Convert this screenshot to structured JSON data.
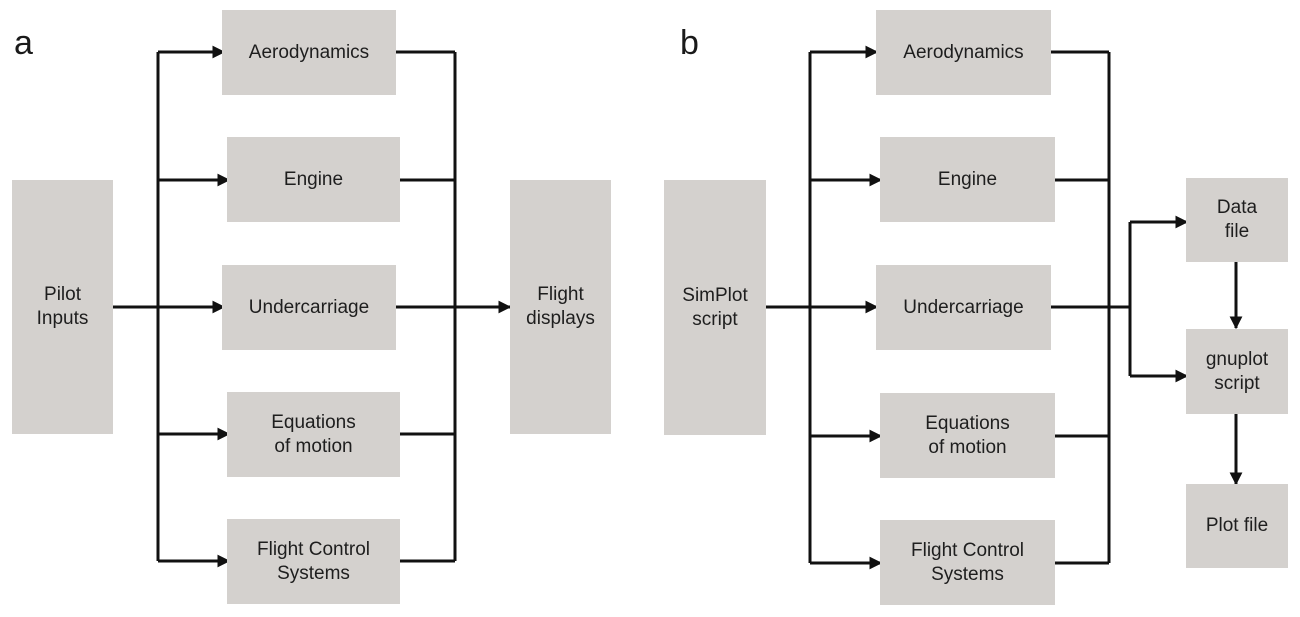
{
  "panel_a": {
    "label": "a",
    "input": {
      "line1": "Pilot",
      "line2": "Inputs"
    },
    "modules": [
      {
        "line1": "Aerodynamics",
        "line2": ""
      },
      {
        "line1": "Engine",
        "line2": ""
      },
      {
        "line1": "Undercarriage",
        "line2": ""
      },
      {
        "line1": "Equations",
        "line2": "of motion"
      },
      {
        "line1": "Flight Control",
        "line2": "Systems"
      }
    ],
    "output": {
      "line1": "Flight",
      "line2": "displays"
    }
  },
  "panel_b": {
    "label": "b",
    "input": {
      "line1": "SimPlot",
      "line2": "script"
    },
    "modules": [
      {
        "line1": "Aerodynamics",
        "line2": ""
      },
      {
        "line1": "Engine",
        "line2": ""
      },
      {
        "line1": "Undercarriage",
        "line2": ""
      },
      {
        "line1": "Equations",
        "line2": "of motion"
      },
      {
        "line1": "Flight Control",
        "line2": "Systems"
      }
    ],
    "data_file": {
      "line1": "Data",
      "line2": "file"
    },
    "gnuplot_script": {
      "line1": "gnuplot",
      "line2": "script"
    },
    "plot_file": {
      "line1": "Plot file",
      "line2": ""
    }
  },
  "colors": {
    "box_fill": "#d4d1ce",
    "line": "#111111",
    "text": "#1e1e1e"
  }
}
